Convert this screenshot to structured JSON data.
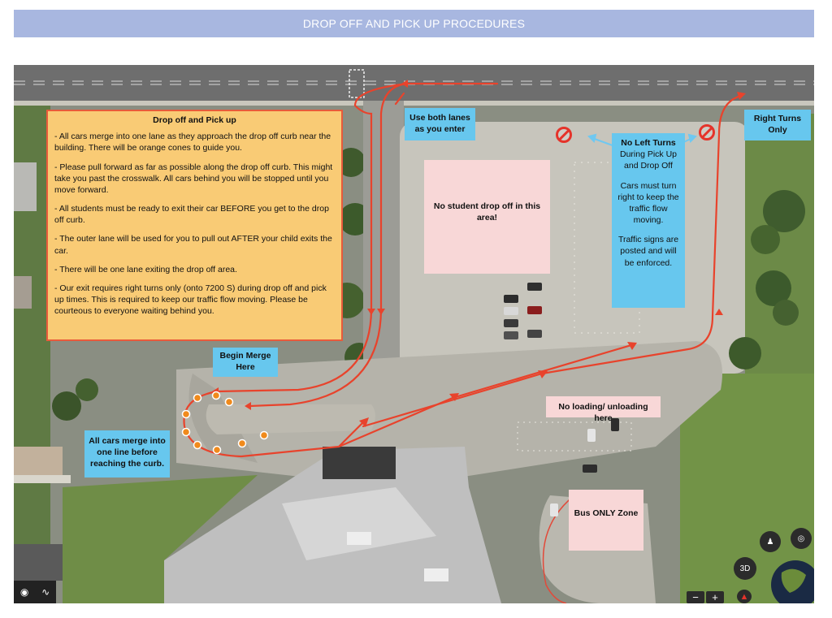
{
  "header": {
    "title": "DROP OFF AND PICK UP PROCEDURES"
  },
  "instructions": {
    "heading": "Drop off and Pick up",
    "p1": "- All cars merge into one lane as they approach the drop off curb near the building. There will be orange cones to guide you.",
    "p2": "- Please pull forward as far as possible along the drop off curb. This might take you past the crosswalk. All cars behind you will be stopped until you move forward.",
    "p3": "- All students must be ready to exit their car BEFORE you get to the drop off curb.",
    "p4": "- The outer lane will be used for you to pull out AFTER your child exits the car.",
    "p5": "- There will be one lane exiting the drop off area.",
    "p6": "- Our exit requires right turns only (onto 7200 S) during drop off and pick up times. This is required to keep our traffic flow moving. Please be courteous to everyone waiting behind you."
  },
  "labels": {
    "use_both_lanes": "Use both lanes as you enter",
    "right_turns": "Right Turns Only",
    "no_left_title": "No Left Turns",
    "no_left_sub": "During Pick Up and Drop Off",
    "no_left_p2": "Cars must turn right to keep the traffic flow moving.",
    "no_left_p3": "Traffic signs are posted and will be enforced.",
    "no_student_dropoff": "No student drop off in this area!",
    "begin_merge": "Begin Merge Here",
    "all_cars_merge": "All cars merge into one line before reaching the curb.",
    "no_loading": "No loading/ unloading here",
    "bus_only": "Bus ONLY Zone"
  },
  "map_controls": {
    "three_d": "3D",
    "zoom_out": "−",
    "zoom_in": "+"
  },
  "colors": {
    "banner": "#a8b7e0",
    "callout_blue": "#67c7ee",
    "callout_pink": "#f8d7d7",
    "callout_orange": "#f9cb75",
    "arrow_red": "#e8432c",
    "cone_orange": "#f08a1c"
  }
}
